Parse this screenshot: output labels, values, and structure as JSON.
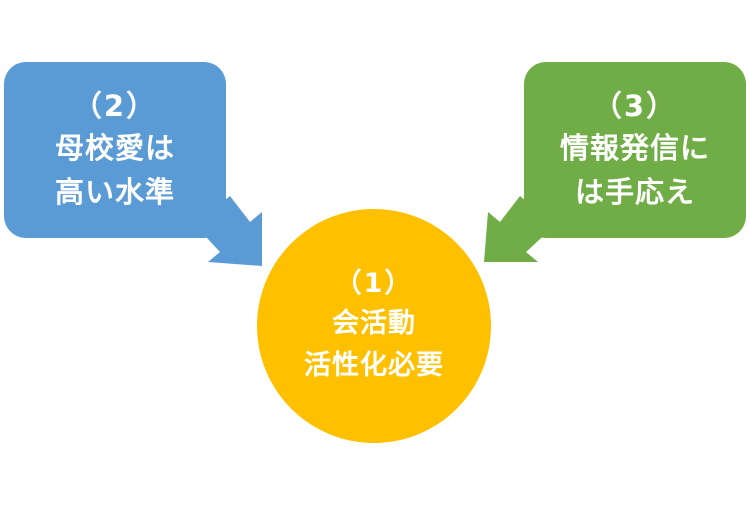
{
  "nodes": {
    "center": {
      "number": "（1）",
      "line1": "会活動",
      "line2": "活性化必要",
      "color": "#ffc000"
    },
    "left": {
      "number": "（2）",
      "line1": "母校愛は",
      "line2": "高い水準",
      "color": "#5b9bd5"
    },
    "right": {
      "number": "（3）",
      "line1": "情報発信に",
      "line2": "は手応え",
      "color": "#70ad47"
    }
  },
  "edges": [
    {
      "from": "left",
      "to": "center"
    },
    {
      "from": "right",
      "to": "center"
    }
  ]
}
